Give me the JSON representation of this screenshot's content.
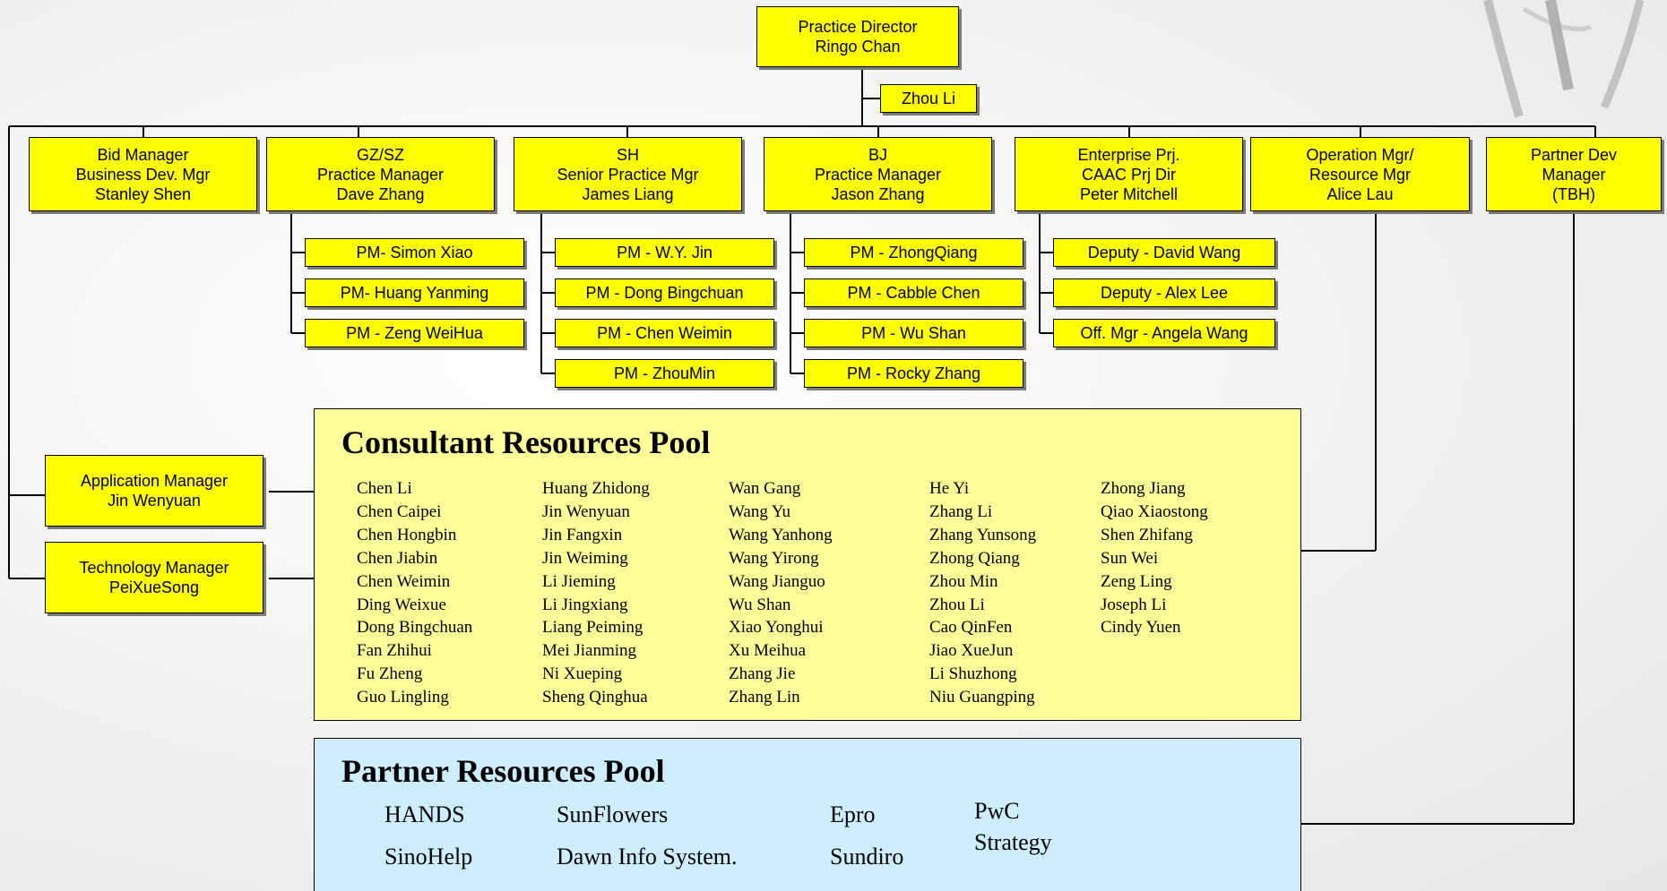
{
  "director": {
    "title": "Practice Director",
    "name": "Ringo Chan"
  },
  "assistant": "Zhou Li",
  "managers": [
    {
      "l1": "Bid Manager",
      "l2": "Business Dev. Mgr",
      "l3": "Stanley Shen"
    },
    {
      "l1": "GZ/SZ",
      "l2": "Practice Manager",
      "l3": "Dave Zhang"
    },
    {
      "l1": "SH",
      "l2": "Senior Practice Mgr",
      "l3": "James Liang"
    },
    {
      "l1": "BJ",
      "l2": "Practice Manager",
      "l3": "Jason Zhang"
    },
    {
      "l1": "Enterprise Prj.",
      "l2": "CAAC Prj Dir",
      "l3": "Peter Mitchell"
    },
    {
      "l1": "Operation Mgr/",
      "l2": "Resource Mgr",
      "l3": "Alice Lau"
    },
    {
      "l1": "Partner Dev",
      "l2": "Manager",
      "l3": "(TBH)"
    }
  ],
  "subordinates": {
    "gzsz": [
      "PM- Simon Xiao",
      "PM- Huang Yanming",
      "PM - Zeng WeiHua"
    ],
    "sh": [
      "PM - W.Y. Jin",
      "PM - Dong Bingchuan",
      "PM - Chen Weimin",
      "PM - ZhouMin"
    ],
    "bj": [
      "PM - ZhongQiang",
      "PM - Cabble Chen",
      "PM - Wu Shan",
      "PM - Rocky Zhang"
    ],
    "enterprise": [
      "Deputy - David Wang",
      "Deputy - Alex Lee",
      "Off. Mgr - Angela Wang"
    ]
  },
  "app_manager": {
    "title": "Application Manager",
    "name": "Jin Wenyuan"
  },
  "tech_manager": {
    "title": "Technology Manager",
    "name": "PeiXueSong"
  },
  "consultant_pool": {
    "title": "Consultant Resources Pool",
    "columns": [
      [
        "Chen Li",
        "Chen Caipei",
        "Chen Hongbin",
        "Chen Jiabin",
        "Chen Weimin",
        "Ding Weixue",
        "Dong Bingchuan",
        "Fan Zhihui",
        "Fu Zheng",
        "Guo Lingling"
      ],
      [
        "Huang Zhidong",
        "Jin Wenyuan",
        "Jin Fangxin",
        "Jin Weiming",
        "Li Jieming",
        "Li Jingxiang",
        "Liang Peiming",
        "Mei Jianming",
        "Ni Xueping",
        "Sheng Qinghua"
      ],
      [
        "Wan Gang",
        "Wang Yu",
        "Wang Yanhong",
        "Wang Yirong",
        "Wang Jianguo",
        "Wu Shan",
        "Xiao Yonghui",
        "Xu Meihua",
        "Zhang Jie",
        "Zhang Lin"
      ],
      [
        "He Yi",
        "Zhang Li",
        "Zhang Yunsong",
        "Zhong Qiang",
        "Zhou Min",
        "Zhou Li",
        "Cao QinFen",
        "Jiao XueJun",
        "Li Shuzhong",
        "Niu Guangping"
      ],
      [
        "Zhong Jiang",
        "Qiao Xiaostong",
        "Shen Zhifang",
        "Sun Wei",
        "Zeng Ling",
        "Joseph Li",
        "Cindy Yuen"
      ]
    ]
  },
  "partner_pool": {
    "title": "Partner Resources Pool",
    "names": [
      "HANDS",
      "SinoHelp",
      "SunFlowers",
      "Dawn Info System.",
      "Epro",
      "Sundiro",
      "PwC",
      "Strategy"
    ]
  },
  "colors": {
    "box": "#ffff00",
    "consultant_pool": "#ffff99",
    "partner_pool": "#cceeff"
  }
}
